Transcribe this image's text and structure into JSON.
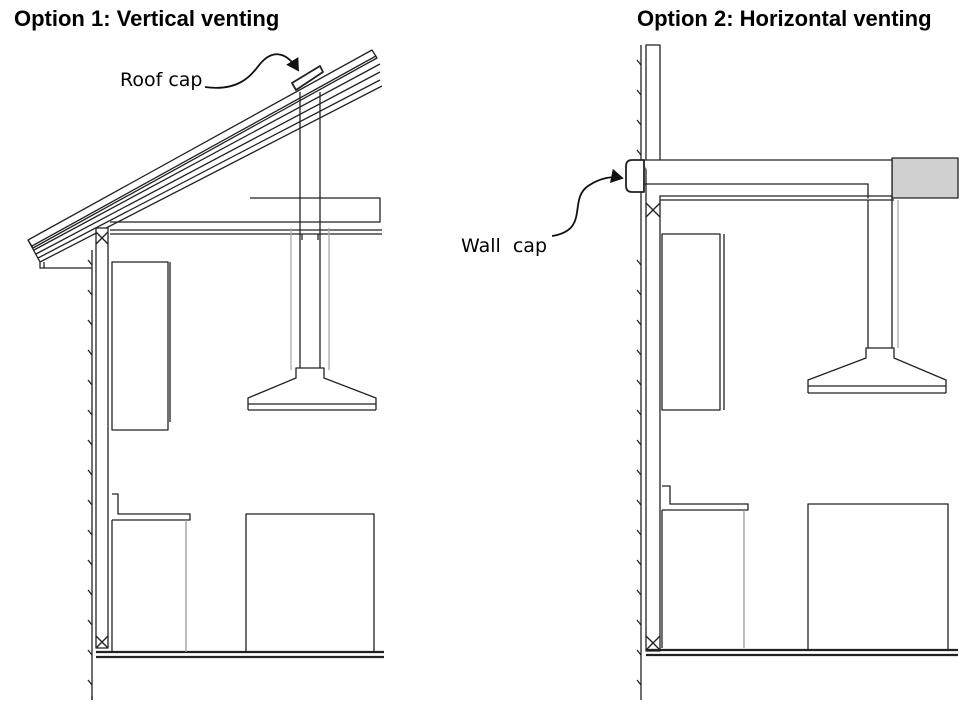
{
  "option1": {
    "title": "Option 1: Vertical venting",
    "callout": "Roof cap"
  },
  "option2": {
    "title": "Option 2: Horizontal venting",
    "callout": "Wall  cap"
  }
}
